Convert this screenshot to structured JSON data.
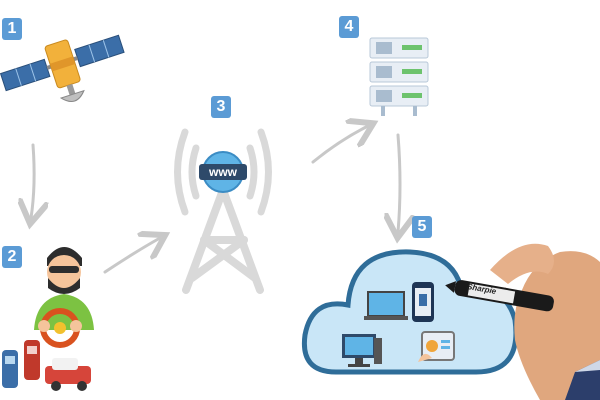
{
  "steps": [
    {
      "number": "1",
      "icon": "satellite-icon"
    },
    {
      "number": "2",
      "icon": "driver-icon"
    },
    {
      "number": "3",
      "icon": "cell-tower-icon"
    },
    {
      "number": "4",
      "icon": "server-icon"
    },
    {
      "number": "5",
      "icon": "cloud-icon"
    }
  ],
  "tower": {
    "label": "www"
  },
  "hand": {
    "marker_brand": "Sharpie"
  },
  "colors": {
    "badge": "#5b9bd5",
    "arrow": "#c8c8c8",
    "tower": "#d9d9d9",
    "cloud_fill": "#c9e6f7",
    "cloud_stroke": "#2f6d99",
    "server_led": "#6dc36d",
    "satellite_panel": "#3b6ea8",
    "satellite_body": "#f2b13b"
  }
}
